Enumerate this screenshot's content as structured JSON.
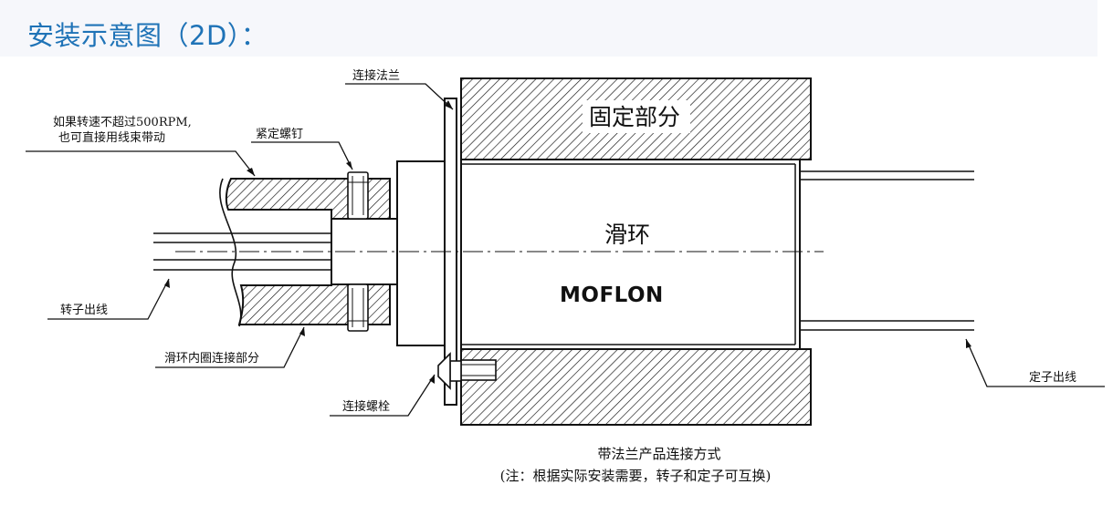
{
  "header": {
    "title": "安装示意图（2D）："
  },
  "diagram": {
    "labels": {
      "flange": "连接法兰",
      "speed_note_line1": "如果转速不超过500RPM,",
      "speed_note_line2": "也可直接用线束带动",
      "set_screw": "紧定螺钉",
      "rotor_leads": "转子出线",
      "inner_ring_connection": "滑环内圈连接部分",
      "connecting_bolt": "连接螺栓",
      "stator_leads": "定子出线"
    },
    "body": {
      "fixed_part": "固定部分",
      "slip_ring": "滑环",
      "brand": "MOFLON"
    },
    "caption": {
      "line1": "带法兰产品连接方式",
      "line2": "(注：根据实际安装需要，转子和定子可互换)"
    }
  }
}
